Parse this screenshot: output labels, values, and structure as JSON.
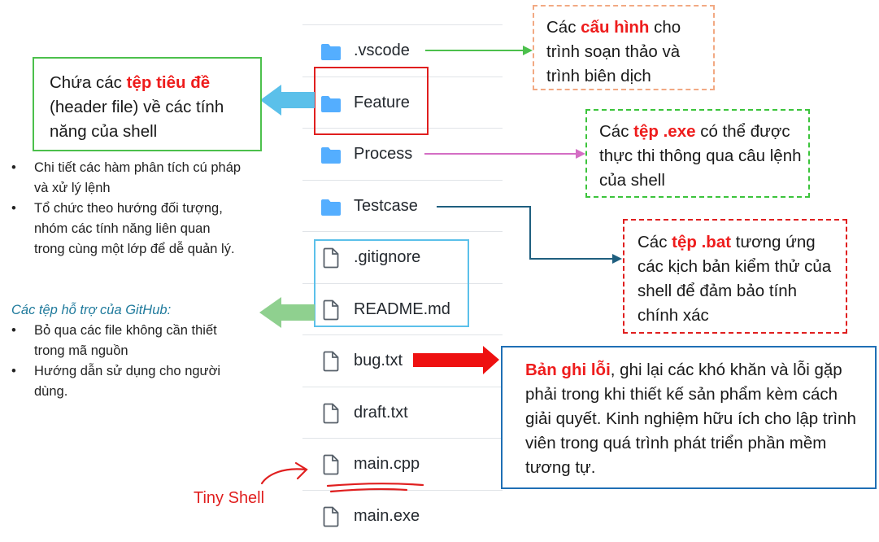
{
  "files": [
    {
      "name": ".vscode",
      "type": "folder",
      "icon": "folder-icon"
    },
    {
      "name": "Feature",
      "type": "folder",
      "icon": "folder-icon"
    },
    {
      "name": "Process",
      "type": "folder",
      "icon": "folder-icon"
    },
    {
      "name": "Testcase",
      "type": "folder",
      "icon": "folder-icon"
    },
    {
      "name": ".gitignore",
      "type": "file",
      "icon": "file-icon"
    },
    {
      "name": "README.md",
      "type": "file",
      "icon": "file-icon"
    },
    {
      "name": "bug.txt",
      "type": "file",
      "icon": "file-icon"
    },
    {
      "name": "draft.txt",
      "type": "file",
      "icon": "file-icon"
    },
    {
      "name": "main.cpp",
      "type": "file",
      "icon": "file-icon"
    },
    {
      "name": "main.exe",
      "type": "file",
      "icon": "file-icon"
    }
  ],
  "vscode_note": {
    "pre": "Các ",
    "highlight": "cấu hình",
    "post": " cho trình soạn thảo và trình biên dịch"
  },
  "feature_note": {
    "pre": "Chứa các ",
    "highlight": "tệp tiêu đề",
    "post": " (header file) về các tính năng của shell"
  },
  "feature_bullets": [
    "Chi tiết các hàm phân tích cú pháp và xử lý lệnh",
    "Tổ chức theo hướng đối tượng, nhóm các tính năng liên quan trong cùng một lớp để dễ quản lý."
  ],
  "process_note": {
    "pre": "Các ",
    "highlight": "tệp .exe",
    "post": " có thể được thực thi thông qua câu lệnh của shell"
  },
  "testcase_note": {
    "pre": "Các ",
    "highlight": "tệp .bat",
    "post": " tương ứng các kịch bản kiểm thử của shell để đảm bảo tính chính xác"
  },
  "github_note": {
    "title": "Các tệp hỗ trợ của GitHub:",
    "bullets": [
      "Bỏ qua các file không cần thiết trong mã nguồn",
      "Hướng dẫn sử dụng cho người dùng."
    ]
  },
  "bug_note": {
    "highlight": "Bản ghi lỗi",
    "post": ", ghi lại các khó khăn và lỗi gặp phải trong khi thiết kế sản phẩm kèm cách giải quyết. Kinh nghiệm hữu ích cho lập trình viên trong quá trình phát triển phần mềm tương tự."
  },
  "main_label": "Tiny Shell",
  "colors": {
    "folder": "#54aeff",
    "file_icon": "#57606a",
    "green": "#4cc04c",
    "red": "#e01f1f",
    "orange_dashed": "#f2a983",
    "green_dashed": "#3cc43c",
    "blue_box": "#1f6fb5",
    "cyan_box": "#5bc0ea",
    "light_blue_arrow": "#5bc0ea",
    "light_green_arrow": "#8fd08f",
    "pink_line": "#d46ec4",
    "teal_line": "#1f5f7f"
  }
}
